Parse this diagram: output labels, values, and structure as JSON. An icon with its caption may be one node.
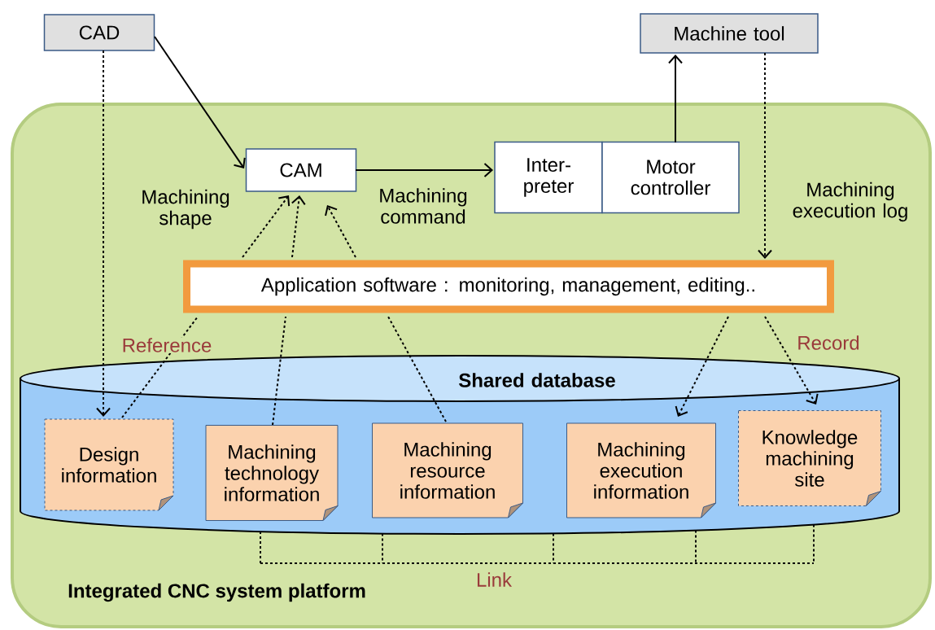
{
  "diagram": {
    "nodes": [
      {
        "text": [
          "Integrated CNC system platform"
        ]
      },
      {
        "text": [
          "CAD"
        ]
      },
      {
        "text": [
          "Machine tool"
        ]
      },
      {
        "text": [
          "CAM"
        ],
        "in": 0
      },
      {
        "text": [
          "Inter- preter"
        ],
        "in": 0
      },
      {
        "text": [
          "Motor controller"
        ],
        "in": 0
      },
      {
        "text": [
          "Application software : monitoring, management, editing.."
        ],
        "in": 0
      },
      {
        "text": [
          "Shared database"
        ],
        "in": 0
      },
      {
        "text": [
          "Design information"
        ],
        "in": 7
      },
      {
        "text": [
          "Machining technology information"
        ],
        "in": 7
      },
      {
        "text": [
          "Machining resource information"
        ],
        "in": 7
      },
      {
        "text": [
          "Machining execution information"
        ],
        "in": 7
      },
      {
        "text": [
          "Knowledge machining site"
        ],
        "in": 7
      }
    ],
    "edges": [
      {
        "from": 1,
        "to": 3,
        "arrow": "to"
      },
      {
        "from": 3,
        "to": 4,
        "arrow": "to"
      },
      {
        "from": 5,
        "to": 2,
        "arrow": "to"
      },
      {
        "from": 1,
        "to": 8,
        "arrow": "to",
        "style": "dashed"
      },
      {
        "from": 2,
        "to": 6,
        "arrow": "to",
        "style": "dashed"
      },
      {
        "from": 8,
        "to": 6,
        "arrow": "none",
        "style": "dashed",
        "label": "Reference"
      },
      {
        "from": 6,
        "to": 3,
        "arrow": "to",
        "style": "dashed"
      },
      {
        "from": 9,
        "to": 6,
        "arrow": "none",
        "style": "dashed"
      },
      {
        "from": 6,
        "to": 3,
        "arrow": "to",
        "style": "dashed"
      },
      {
        "from": 10,
        "to": 6,
        "arrow": "none",
        "style": "dashed"
      },
      {
        "from": 6,
        "to": 3,
        "arrow": "to",
        "style": "dashed"
      },
      {
        "from": 6,
        "to": 11,
        "arrow": "to",
        "style": "dashed"
      },
      {
        "from": 6,
        "to": 12,
        "arrow": "to",
        "style": "dashed"
      }
    ],
    "labels": [
      "Machining shape",
      "Machining command",
      "Machining execution log",
      "Record",
      "Link"
    ]
  }
}
